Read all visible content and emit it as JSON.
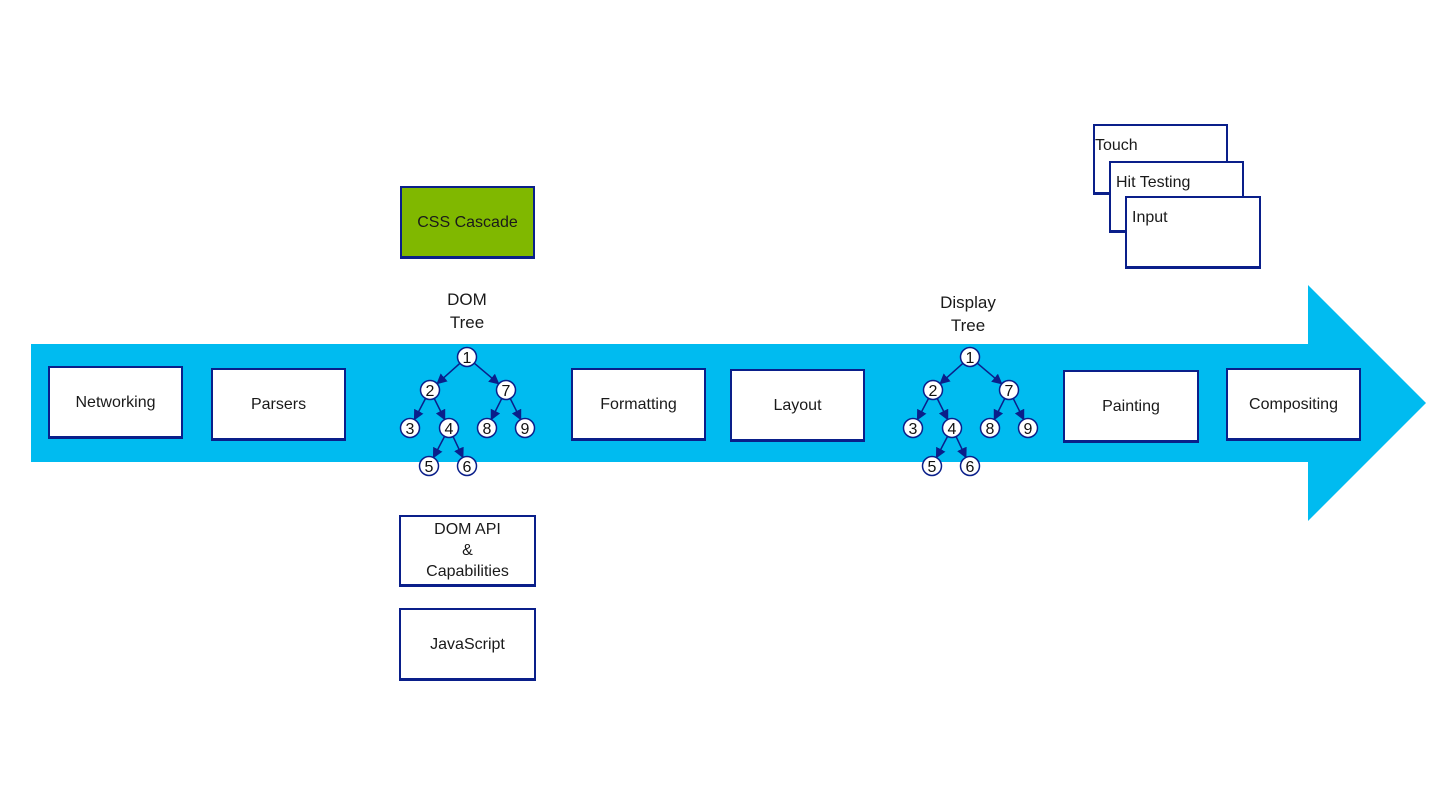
{
  "colors": {
    "arrow": "#00bbf0",
    "box_border": "#0a1f8a",
    "css_cascade_fill": "#80b800"
  },
  "pipeline": [
    {
      "id": "networking",
      "label": "Networking"
    },
    {
      "id": "parsers",
      "label": "Parsers"
    },
    {
      "id": "formatting",
      "label": "Formatting"
    },
    {
      "id": "layout",
      "label": "Layout"
    },
    {
      "id": "painting",
      "label": "Painting"
    },
    {
      "id": "compositing",
      "label": "Compositing"
    }
  ],
  "dom_tree": {
    "label_line1": "DOM",
    "label_line2": "Tree",
    "nodes": [
      "1",
      "2",
      "3",
      "4",
      "5",
      "6",
      "7",
      "8",
      "9"
    ],
    "edges": [
      [
        "1",
        "2"
      ],
      [
        "1",
        "7"
      ],
      [
        "2",
        "3"
      ],
      [
        "2",
        "4"
      ],
      [
        "4",
        "5"
      ],
      [
        "4",
        "6"
      ],
      [
        "7",
        "8"
      ],
      [
        "7",
        "9"
      ]
    ]
  },
  "display_tree": {
    "label_line1": "Display",
    "label_line2": "Tree",
    "nodes": [
      "1",
      "2",
      "3",
      "4",
      "5",
      "6",
      "7",
      "8",
      "9"
    ],
    "edges": [
      [
        "1",
        "2"
      ],
      [
        "1",
        "7"
      ],
      [
        "2",
        "3"
      ],
      [
        "2",
        "4"
      ],
      [
        "4",
        "5"
      ],
      [
        "4",
        "6"
      ],
      [
        "7",
        "8"
      ],
      [
        "7",
        "9"
      ]
    ]
  },
  "css_cascade": {
    "label": "CSS Cascade"
  },
  "dom_api": {
    "line1": "DOM API",
    "line2": "&",
    "line3": "Capabilities"
  },
  "javascript": {
    "label": "JavaScript"
  },
  "input_stack": {
    "touch": "Touch",
    "hit_testing": "Hit Testing",
    "input": "Input"
  }
}
